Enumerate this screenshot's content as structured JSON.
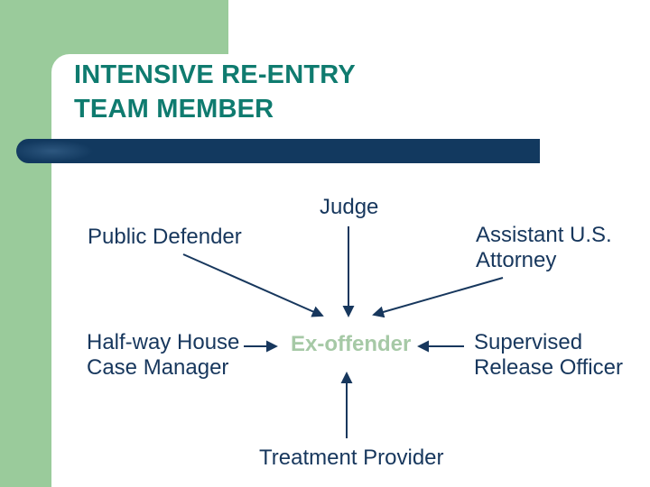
{
  "slide": {
    "title": {
      "line1": "INTENSIVE RE-ENTRY",
      "line2": "TEAM MEMBER"
    }
  },
  "colors": {
    "sidebar_green": "#9ACB9B",
    "title_teal": "#0F7B6F",
    "navy_text": "#17375D",
    "bar_navy": "#12395F",
    "center_label_green": "#A6C9A6"
  },
  "diagram": {
    "center": {
      "label": "Ex-offender"
    },
    "judge": {
      "label": "Judge"
    },
    "public_defender": {
      "label": "Public Defender"
    },
    "assistant_us_attorney": {
      "line1": "Assistant U.S.",
      "line2": "Attorney"
    },
    "halfway_house": {
      "line1": "Half-way House",
      "line2": "Case Manager"
    },
    "supervised_release_officer": {
      "line1": "Supervised",
      "line2": "Release Officer"
    },
    "treatment_provider": {
      "label": "Treatment Provider"
    },
    "edges": [
      {
        "from": "judge",
        "to": "ex-offender"
      },
      {
        "from": "public-defender",
        "to": "ex-offender"
      },
      {
        "from": "assistant-us-attorney",
        "to": "ex-offender"
      },
      {
        "from": "halfway-house-case-manager",
        "to": "ex-offender"
      },
      {
        "from": "supervised-release-officer",
        "to": "ex-offender"
      },
      {
        "from": "treatment-provider",
        "to": "ex-offender"
      }
    ]
  }
}
